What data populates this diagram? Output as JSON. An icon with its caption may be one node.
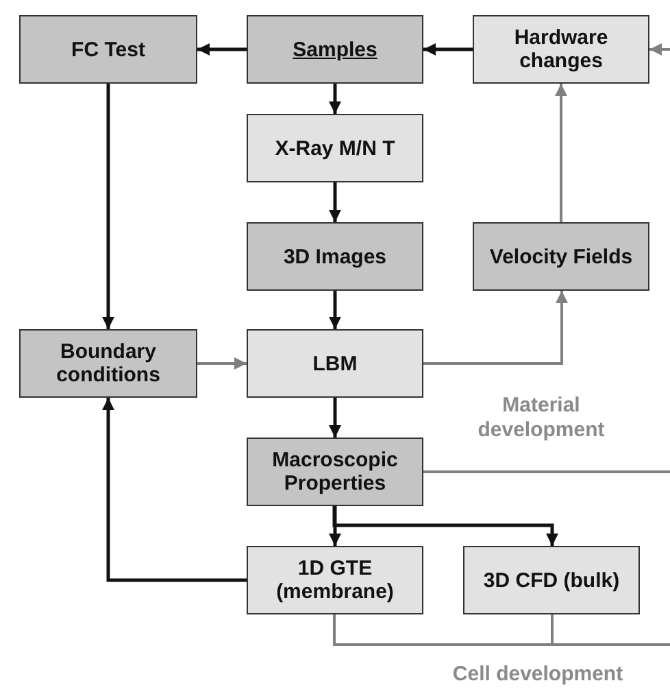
{
  "diagram": {
    "nodes": [
      {
        "text": [
          "FC Test"
        ]
      },
      {
        "text": [
          "Samples"
        ]
      },
      {
        "text": [
          "Hardware changes"
        ]
      },
      {
        "text": [
          "X-Ray M/N T"
        ]
      },
      {
        "text": [
          "3D Images"
        ]
      },
      {
        "text": [
          "Velocity Fields"
        ]
      },
      {
        "text": [
          "Boundary conditions"
        ]
      },
      {
        "text": [
          "LBM"
        ]
      },
      {
        "text": [
          "Macroscopic Properties"
        ]
      },
      {
        "text": [
          "1D GTE (membrane)"
        ]
      },
      {
        "text": [
          "3D CFD (bulk)"
        ]
      }
    ],
    "edges": [
      {
        "from": 1,
        "to": 0,
        "arrow": "to"
      },
      {
        "from": 2,
        "to": 1,
        "arrow": "to"
      },
      {
        "from": 1,
        "to": 3,
        "arrow": "to"
      },
      {
        "from": 3,
        "to": 4,
        "arrow": "to"
      },
      {
        "from": 4,
        "to": 7,
        "arrow": "to"
      },
      {
        "from": 0,
        "to": 6,
        "arrow": "to"
      },
      {
        "from": 6,
        "to": 7,
        "arrow": "to",
        "color": "#808080"
      },
      {
        "from": 7,
        "to": 5,
        "arrow": "to",
        "color": "#808080"
      },
      {
        "from": 5,
        "to": 2,
        "arrow": "to",
        "color": "#808080"
      },
      {
        "from": 7,
        "to": 8,
        "arrow": "to"
      },
      {
        "from": 8,
        "to": 9,
        "arrow": "to"
      },
      {
        "from": 8,
        "to": 10,
        "arrow": "to"
      },
      {
        "from": 9,
        "to": 6,
        "arrow": "to"
      },
      {
        "from": null,
        "to": 2,
        "arrow": "to",
        "color": "#808080"
      },
      {
        "from": 8,
        "to": null,
        "arrow": "none",
        "color": "#808080"
      },
      {
        "from": 9,
        "to": null,
        "arrow": "none",
        "color": "#808080"
      },
      {
        "from": 10,
        "to": null,
        "arrow": "none",
        "color": "#808080"
      }
    ],
    "labels": [
      "Material development",
      "Cell development"
    ]
  }
}
